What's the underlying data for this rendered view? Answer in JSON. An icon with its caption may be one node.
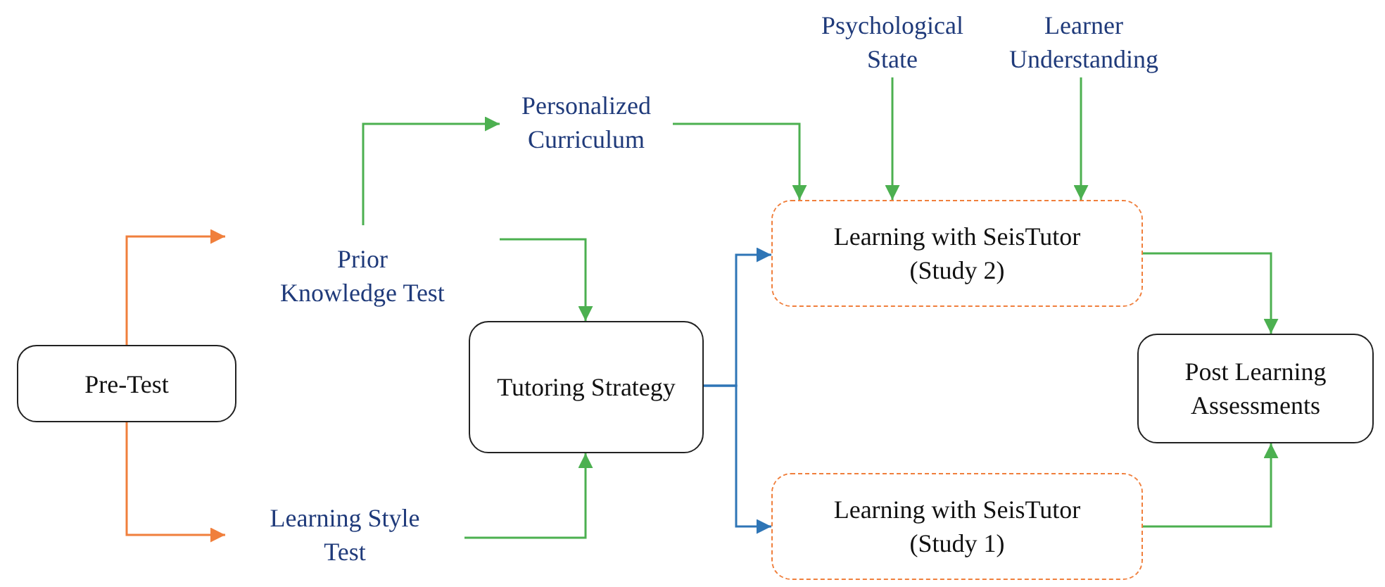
{
  "diagram": {
    "nodes": [
      {
        "text": [
          "Pre-Test"
        ]
      },
      {
        "text": [
          "Prior Knowledge Test"
        ]
      },
      {
        "text": [
          "Learning Style Test"
        ]
      },
      {
        "text": [
          "Personalized Curriculum"
        ]
      },
      {
        "text": [
          "Tutoring Strategy"
        ]
      },
      {
        "text": [
          "Psychological State"
        ]
      },
      {
        "text": [
          "Learner Understanding"
        ]
      },
      {
        "text": [
          "Learning with SeisTutor (Study 2)"
        ]
      },
      {
        "text": [
          "Learning with SeisTutor (Study 1)"
        ]
      },
      {
        "text": [
          "Post Learning Assessments"
        ]
      }
    ],
    "edges": [
      {
        "from": 0,
        "to": 1,
        "arrow": "to",
        "color": "#f07f3c"
      },
      {
        "from": 0,
        "to": 2,
        "arrow": "to",
        "color": "#f07f3c"
      },
      {
        "from": 1,
        "to": 3,
        "arrow": "to"
      },
      {
        "from": 1,
        "to": 4,
        "arrow": "to"
      },
      {
        "from": 2,
        "to": 4,
        "arrow": "to"
      },
      {
        "from": 3,
        "to": 7,
        "arrow": "to"
      },
      {
        "from": 5,
        "to": 7,
        "arrow": "to"
      },
      {
        "from": 6,
        "to": 7,
        "arrow": "to"
      },
      {
        "from": 4,
        "to": 7,
        "arrow": "to",
        "color": "#2e75b6"
      },
      {
        "from": 4,
        "to": 8,
        "arrow": "to",
        "color": "#2e75b6"
      },
      {
        "from": 7,
        "to": 9,
        "arrow": "to"
      },
      {
        "from": 8,
        "to": 9,
        "arrow": "to"
      }
    ]
  }
}
